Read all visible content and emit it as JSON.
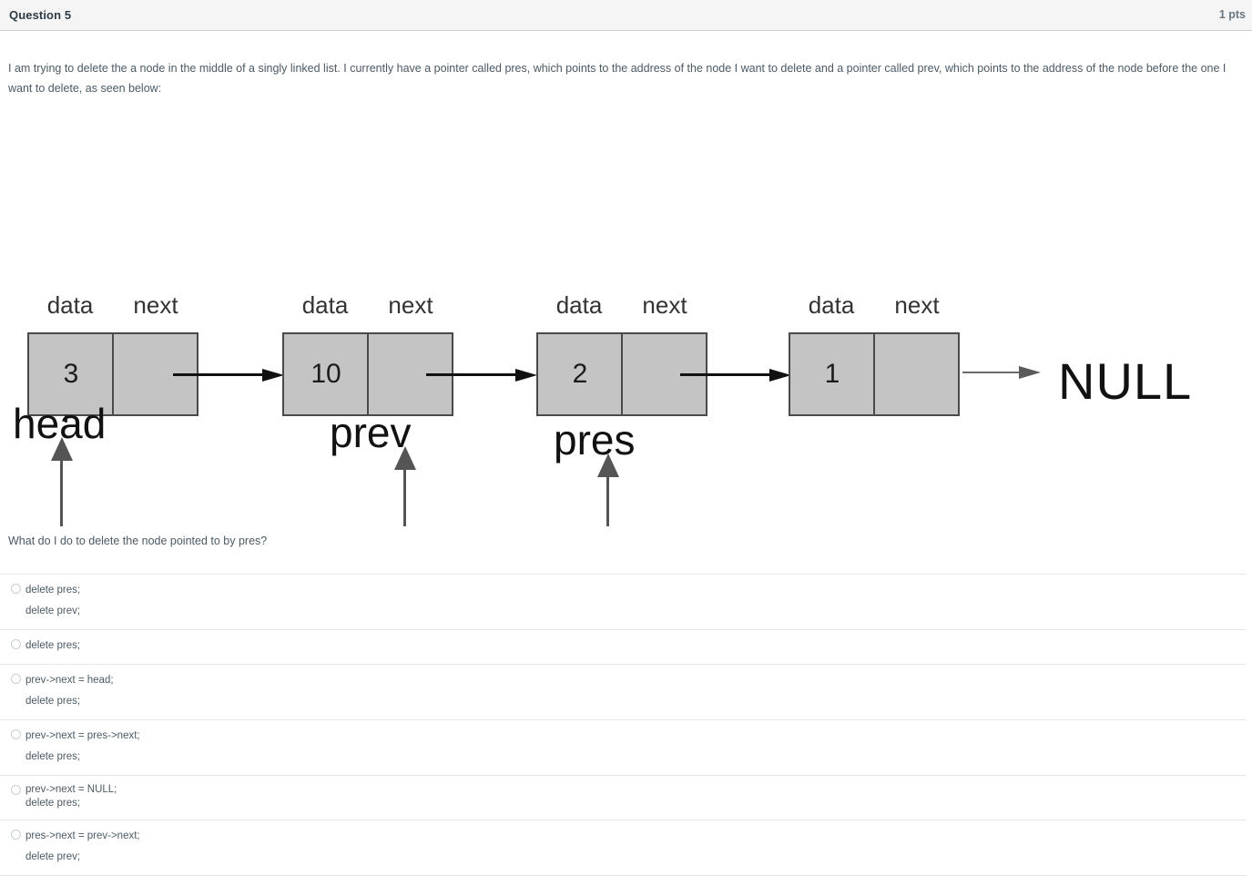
{
  "header": {
    "title": "Question 5",
    "points": "1 pts"
  },
  "prompt": "I am trying to delete the a node in the middle of a singly linked list. I currently have a pointer called pres, which points to the address of the node I want to delete and a pointer called prev, which points to the address of the node before the one I want to delete, as seen below:",
  "diagram": {
    "field_labels": {
      "data": "data",
      "next": "next"
    },
    "nodes": [
      {
        "value": "3"
      },
      {
        "value": "10"
      },
      {
        "value": "2"
      },
      {
        "value": "1"
      }
    ],
    "terminator": "NULL",
    "pointers": [
      {
        "label": "head"
      },
      {
        "label": "prev"
      },
      {
        "label": "pres"
      }
    ]
  },
  "subquestion": "What do I do to delete the node pointed to by pres?",
  "answers": [
    {
      "line1": "delete pres;",
      "line2": "delete prev;"
    },
    {
      "line1": "delete pres;",
      "line2": ""
    },
    {
      "line1": "prev->next = head;",
      "line2": "delete pres;"
    },
    {
      "line1": "prev->next = pres->next;",
      "line2": "delete pres;"
    },
    {
      "line1": "prev->next = NULL;",
      "line2": "delete pres;"
    },
    {
      "line1": "pres->next = prev->next;",
      "line2": "delete prev;"
    }
  ]
}
